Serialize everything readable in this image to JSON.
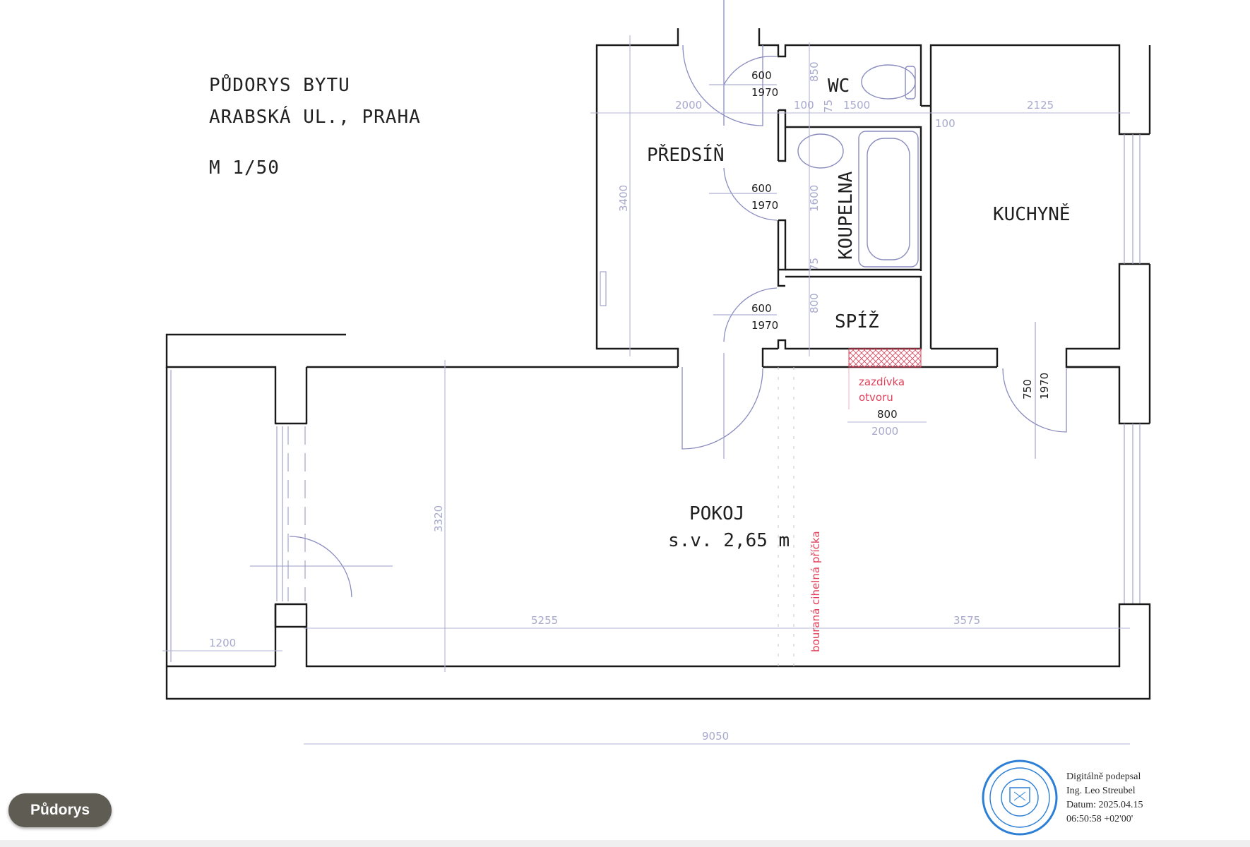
{
  "title": {
    "line1": "PŮDORYS BYTU",
    "line2": "ARABSKÁ UL., PRAHA",
    "scale": "M 1/50"
  },
  "rooms": {
    "predsin": "PŘEDSÍŇ",
    "wc": "WC",
    "koupelna": "KOUPELNA",
    "kuchyne": "KUCHYNĚ",
    "spiz": "SPÍŽ",
    "pokoj": "POKOJ",
    "pokoj_height": "s.v.  2,65 m"
  },
  "doors": [
    {
      "width": "600",
      "height": "1970"
    },
    {
      "width": "600",
      "height": "1970"
    },
    {
      "width": "600",
      "height": "1970"
    },
    {
      "width": "750",
      "height": "1970"
    }
  ],
  "dimensions": {
    "d2000_top": "2000",
    "d100_a": "100",
    "d1500": "1500",
    "d100_b": "100",
    "d2125": "2125",
    "d850": "850",
    "d75_a": "75",
    "d3400": "3400",
    "d1600": "1600",
    "d75_b": "75",
    "d800_v": "800",
    "d800_h": "800",
    "d2000_bottom": "2000",
    "d3320": "3320",
    "d5255": "5255",
    "d3575": "3575",
    "d1200": "1200",
    "d9050": "9050"
  },
  "annotations": {
    "zazdivka_line1": "zazdívka",
    "zazdivka_line2": "otvoru",
    "bourana": "bouraná cihelná příčka"
  },
  "signature": {
    "line1": "Digitálně podepsal",
    "line2": "Ing. Leo Streubel",
    "line3": "Datum: 2025.04.15",
    "line4": "06:50:58 +02'00'"
  },
  "colors": {
    "wall": "#1a1a1a",
    "dimension": "#a7a9cc",
    "annotation_red": "#e0405a",
    "stamp_blue": "#2c7fd6",
    "tab_bg": "#5f5c53"
  },
  "tab": {
    "label": "Půdorys"
  }
}
